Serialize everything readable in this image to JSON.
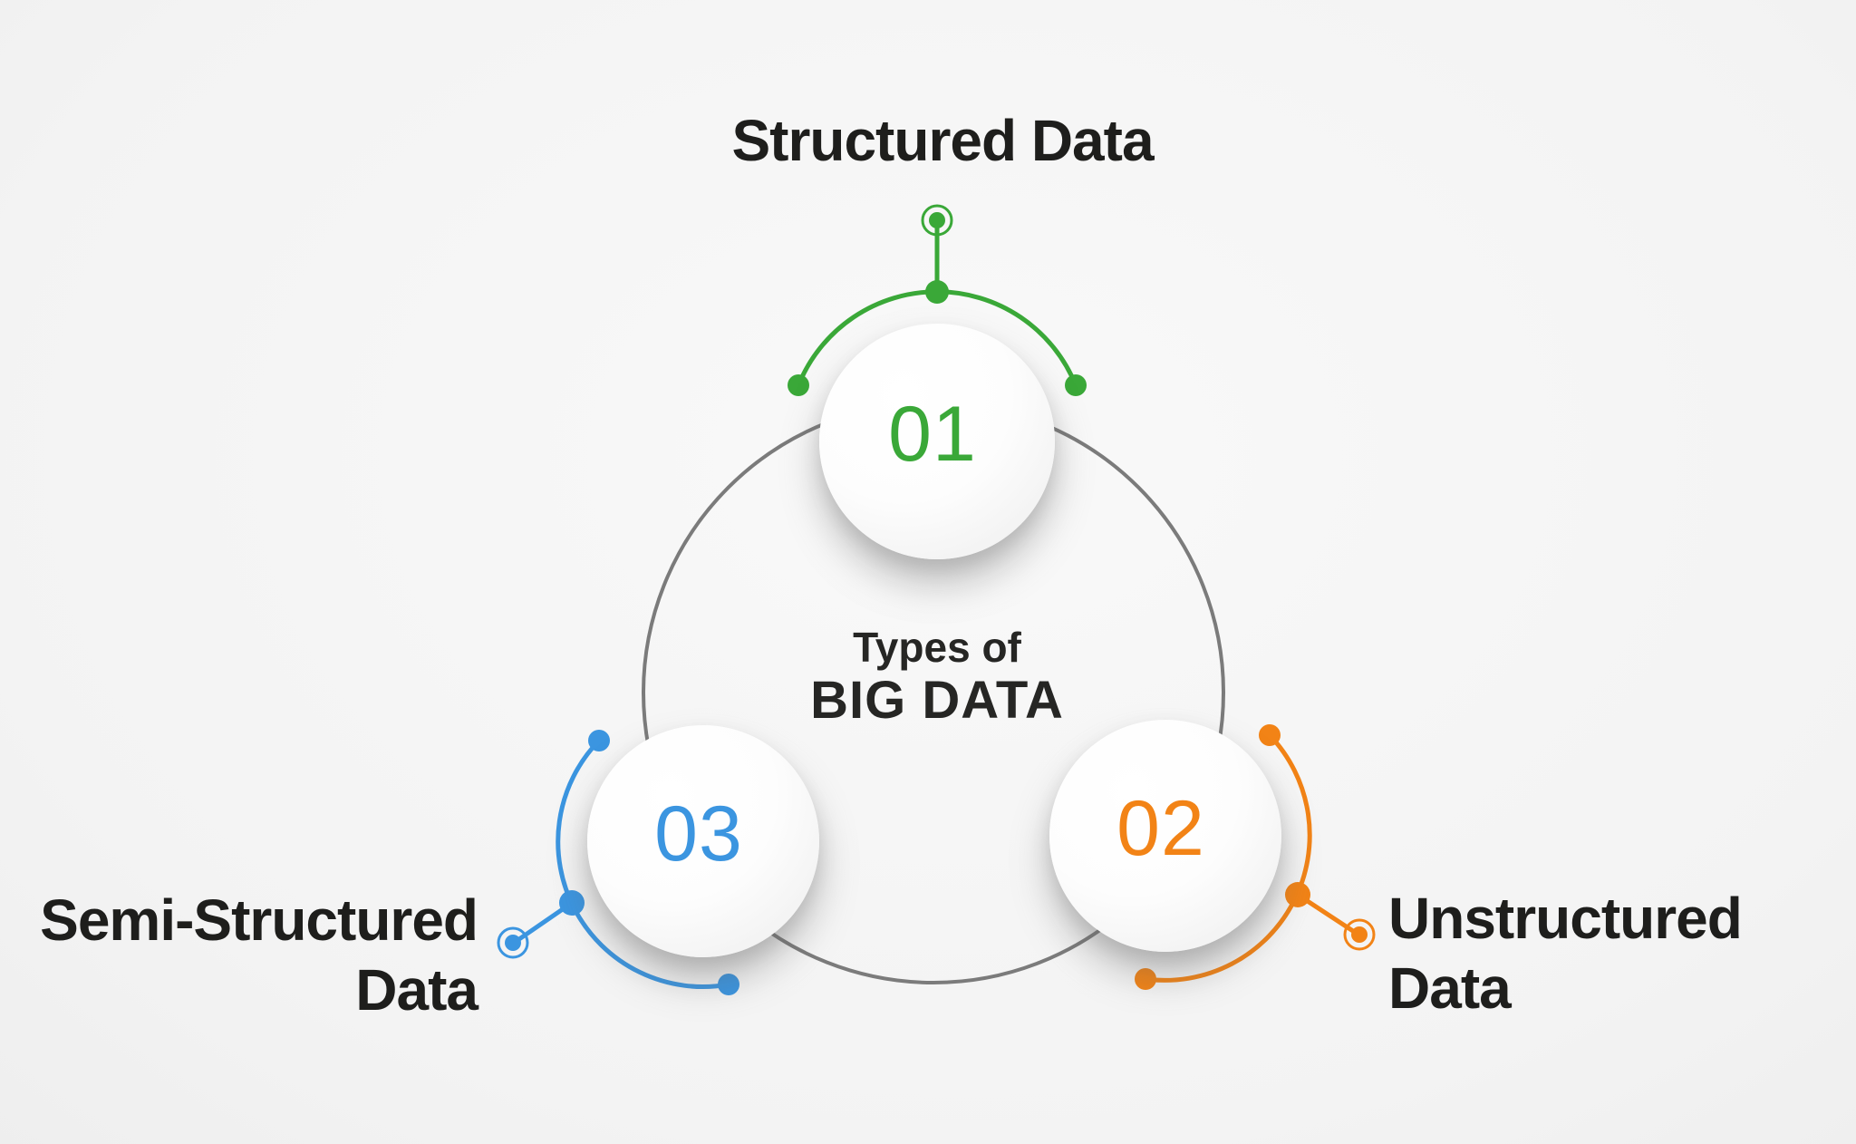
{
  "title": {
    "line1": "Types of",
    "line2": "BIG DATA"
  },
  "items": [
    {
      "number": "01",
      "label": "Structured Data",
      "label_lines": [
        "Structured Data"
      ],
      "color": "#3aa838"
    },
    {
      "number": "02",
      "label": "Unstructured Data",
      "label_lines": [
        "Unstructured",
        "Data"
      ],
      "color": "#f28316"
    },
    {
      "number": "03",
      "label": "Semi-Structured Data",
      "label_lines": [
        "Semi-Structured",
        "Data"
      ],
      "color": "#3b95e0"
    }
  ],
  "colors": {
    "ring": "#7b7b7b",
    "label_text": "#1e1e1c",
    "title_text": "#262624"
  }
}
